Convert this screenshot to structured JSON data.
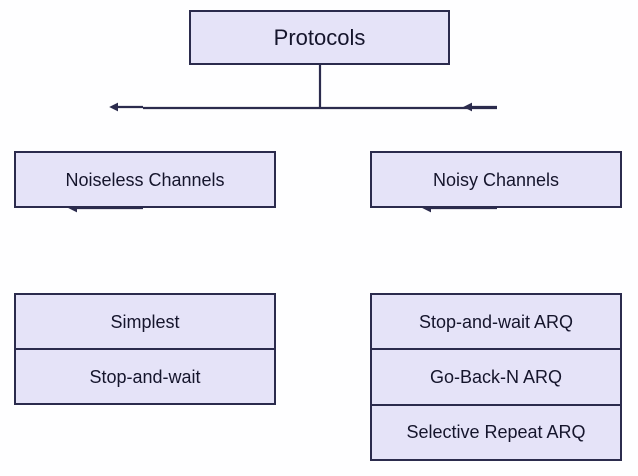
{
  "diagram": {
    "type": "hierarchy-tree",
    "title": "Protocols",
    "background_color": "#fefeff",
    "node_fill_color": "#e5e3f8",
    "node_border_color": "#2b2b4d",
    "connector_color": "#2b2b4d",
    "text_color": "#15152c",
    "root": {
      "label": "Protocols"
    },
    "branches": [
      {
        "name": "noiseless",
        "label": "Noiseless Channels",
        "children": [
          {
            "label": "Simplest"
          },
          {
            "label": "Stop-and-wait"
          }
        ]
      },
      {
        "name": "noisy",
        "label": "Noisy Channels",
        "children": [
          {
            "label": "Stop-and-wait ARQ"
          },
          {
            "label": "Go-Back-N ARQ"
          },
          {
            "label": "Selective Repeat ARQ"
          }
        ]
      }
    ],
    "connectors": [
      {
        "name": "root-to-split",
        "from": "Protocols",
        "to": "split-bar"
      },
      {
        "name": "split-to-noiseless",
        "from": "split-bar",
        "to": "Noiseless Channels",
        "arrow": true
      },
      {
        "name": "split-to-noisy",
        "from": "split-bar",
        "to": "Noisy Channels",
        "arrow": true
      },
      {
        "name": "noiseless-to-children",
        "from": "Noiseless Channels",
        "to": "Simplest",
        "arrow": true
      },
      {
        "name": "noisy-to-children",
        "from": "Noisy Channels",
        "to": "Stop-and-wait ARQ",
        "arrow": true
      }
    ]
  }
}
